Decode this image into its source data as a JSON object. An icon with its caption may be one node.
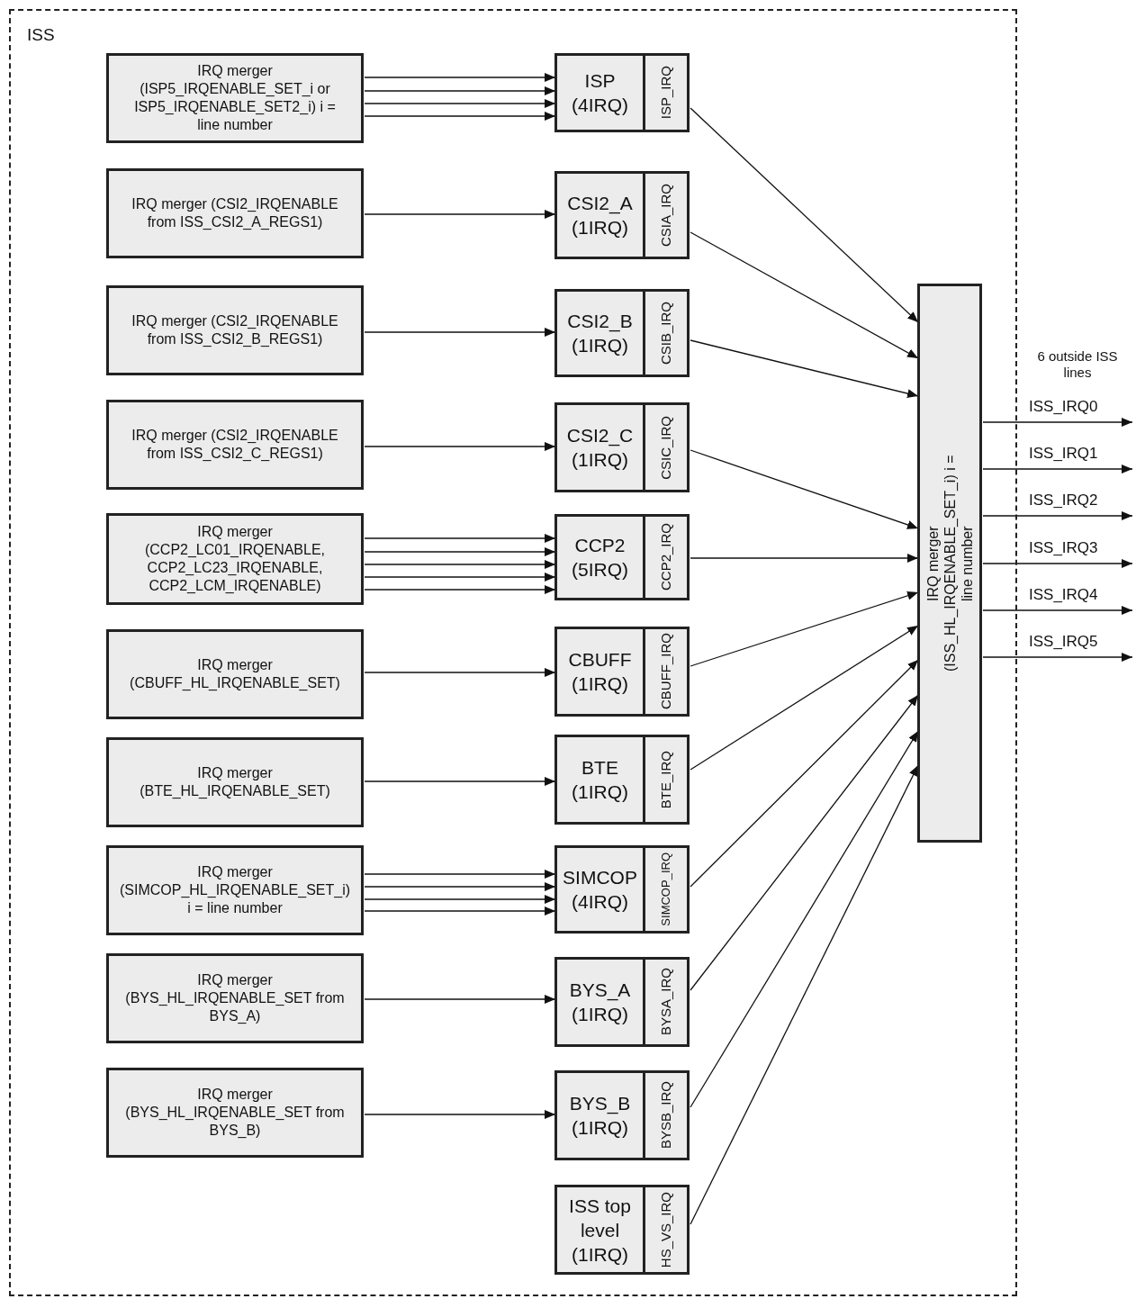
{
  "diagram": {
    "nodes": [
      {
        "text": [
          "ISS"
        ]
      },
      {
        "text": [
          "IRQ merger (ISP5_IRQENABLE_SET_i or ISP5_IRQENABLE_SET2_i) i = line number"
        ],
        "in": 0
      },
      {
        "text": [
          "IRQ merger (CSI2_IRQENABLE from ISS_CSI2_A_REGS1)"
        ],
        "in": 0
      },
      {
        "text": [
          "IRQ merger (CSI2_IRQENABLE from ISS_CSI2_B_REGS1)"
        ],
        "in": 0
      },
      {
        "text": [
          "IRQ merger (CSI2_IRQENABLE from ISS_CSI2_C_REGS1)"
        ],
        "in": 0
      },
      {
        "text": [
          "IRQ merger (CCP2_LC01_IRQENABLE, CCP2_LC23_IRQENABLE, CCP2_LCM_IRQENABLE)"
        ],
        "in": 0
      },
      {
        "text": [
          "IRQ merger (CBUFF_HL_IRQENABLE_SET)"
        ],
        "in": 0
      },
      {
        "text": [
          "IRQ merger (BTE_HL_IRQENABLE_SET)"
        ],
        "in": 0
      },
      {
        "text": [
          "IRQ merger (SIMCOP_HL_IRQENABLE_SET_i) i = line number"
        ],
        "in": 0
      },
      {
        "text": [
          "IRQ merger (BYS_HL_IRQENABLE_SET from BYS_A)"
        ],
        "in": 0
      },
      {
        "text": [
          "IRQ merger (BYS_HL_IRQENABLE_SET from BYS_B)"
        ],
        "in": 0
      },
      {
        "text": [
          "ISP (4IRQ)",
          "ISP_IRQ"
        ],
        "in": 0
      },
      {
        "text": [
          "CSI2_A (1IRQ)",
          "CSIA_IRQ"
        ],
        "in": 0
      },
      {
        "text": [
          "CSI2_B (1IRQ)",
          "CSIB_IRQ"
        ],
        "in": 0
      },
      {
        "text": [
          "CSI2_C (1IRQ)",
          "CSIC_IRQ"
        ],
        "in": 0
      },
      {
        "text": [
          "CCP2 (5IRQ)",
          "CCP2_IRQ"
        ],
        "in": 0
      },
      {
        "text": [
          "CBUFF (1IRQ)",
          "CBUFF_IRQ"
        ],
        "in": 0
      },
      {
        "text": [
          "BTE (1IRQ)",
          "BTE_IRQ"
        ],
        "in": 0
      },
      {
        "text": [
          "SIMCOP (4IRQ)",
          "SIMCOP_IRQ"
        ],
        "in": 0
      },
      {
        "text": [
          "BYS_A (1IRQ)",
          "BYSA_IRQ"
        ],
        "in": 0
      },
      {
        "text": [
          "BYS_B (1IRQ)",
          "BYSB_IRQ"
        ],
        "in": 0
      },
      {
        "text": [
          "ISS top level (1IRQ)",
          "HS_VS_IRQ"
        ],
        "in": 0
      },
      {
        "text": [
          "IRQ merger (ISS_HL_IRQENABLE_SET_i) i = line number"
        ],
        "in": 0
      }
    ],
    "edges": [
      {
        "from": 1,
        "to": 11,
        "arrow": "to"
      },
      {
        "from": 1,
        "to": 11,
        "arrow": "to"
      },
      {
        "from": 1,
        "to": 11,
        "arrow": "to"
      },
      {
        "from": 1,
        "to": 11,
        "arrow": "to"
      },
      {
        "from": 2,
        "to": 12,
        "arrow": "to"
      },
      {
        "from": 3,
        "to": 13,
        "arrow": "to"
      },
      {
        "from": 4,
        "to": 14,
        "arrow": "to"
      },
      {
        "from": 5,
        "to": 15,
        "arrow": "to"
      },
      {
        "from": 5,
        "to": 15,
        "arrow": "to"
      },
      {
        "from": 5,
        "to": 15,
        "arrow": "to"
      },
      {
        "from": 5,
        "to": 15,
        "arrow": "to"
      },
      {
        "from": 5,
        "to": 15,
        "arrow": "to"
      },
      {
        "from": 6,
        "to": 16,
        "arrow": "to"
      },
      {
        "from": 7,
        "to": 17,
        "arrow": "to"
      },
      {
        "from": 8,
        "to": 18,
        "arrow": "to"
      },
      {
        "from": 8,
        "to": 18,
        "arrow": "to"
      },
      {
        "from": 8,
        "to": 18,
        "arrow": "to"
      },
      {
        "from": 8,
        "to": 18,
        "arrow": "to"
      },
      {
        "from": 9,
        "to": 19,
        "arrow": "to"
      },
      {
        "from": 10,
        "to": 20,
        "arrow": "to"
      },
      {
        "from": 11,
        "to": 22,
        "arrow": "to"
      },
      {
        "from": 12,
        "to": 22,
        "arrow": "to"
      },
      {
        "from": 13,
        "to": 22,
        "arrow": "to"
      },
      {
        "from": 14,
        "to": 22,
        "arrow": "to"
      },
      {
        "from": 15,
        "to": 22,
        "arrow": "to"
      },
      {
        "from": 16,
        "to": 22,
        "arrow": "to"
      },
      {
        "from": 17,
        "to": 22,
        "arrow": "to"
      },
      {
        "from": 18,
        "to": 22,
        "arrow": "to"
      },
      {
        "from": 19,
        "to": 22,
        "arrow": "to"
      },
      {
        "from": 20,
        "to": 22,
        "arrow": "to"
      },
      {
        "from": 21,
        "to": 22,
        "arrow": "to"
      },
      {
        "from": 22,
        "to": null,
        "arrow": "to",
        "label": "ISS_IRQ0"
      },
      {
        "from": 22,
        "to": null,
        "arrow": "to",
        "label": "ISS_IRQ1"
      },
      {
        "from": 22,
        "to": null,
        "arrow": "to",
        "label": "ISS_IRQ2"
      },
      {
        "from": 22,
        "to": null,
        "arrow": "to",
        "label": "ISS_IRQ3"
      },
      {
        "from": 22,
        "to": null,
        "arrow": "to",
        "label": "ISS_IRQ4"
      },
      {
        "from": 22,
        "to": null,
        "arrow": "to",
        "label": "ISS_IRQ5"
      }
    ],
    "labels": [
      "6 outside ISS lines"
    ]
  }
}
